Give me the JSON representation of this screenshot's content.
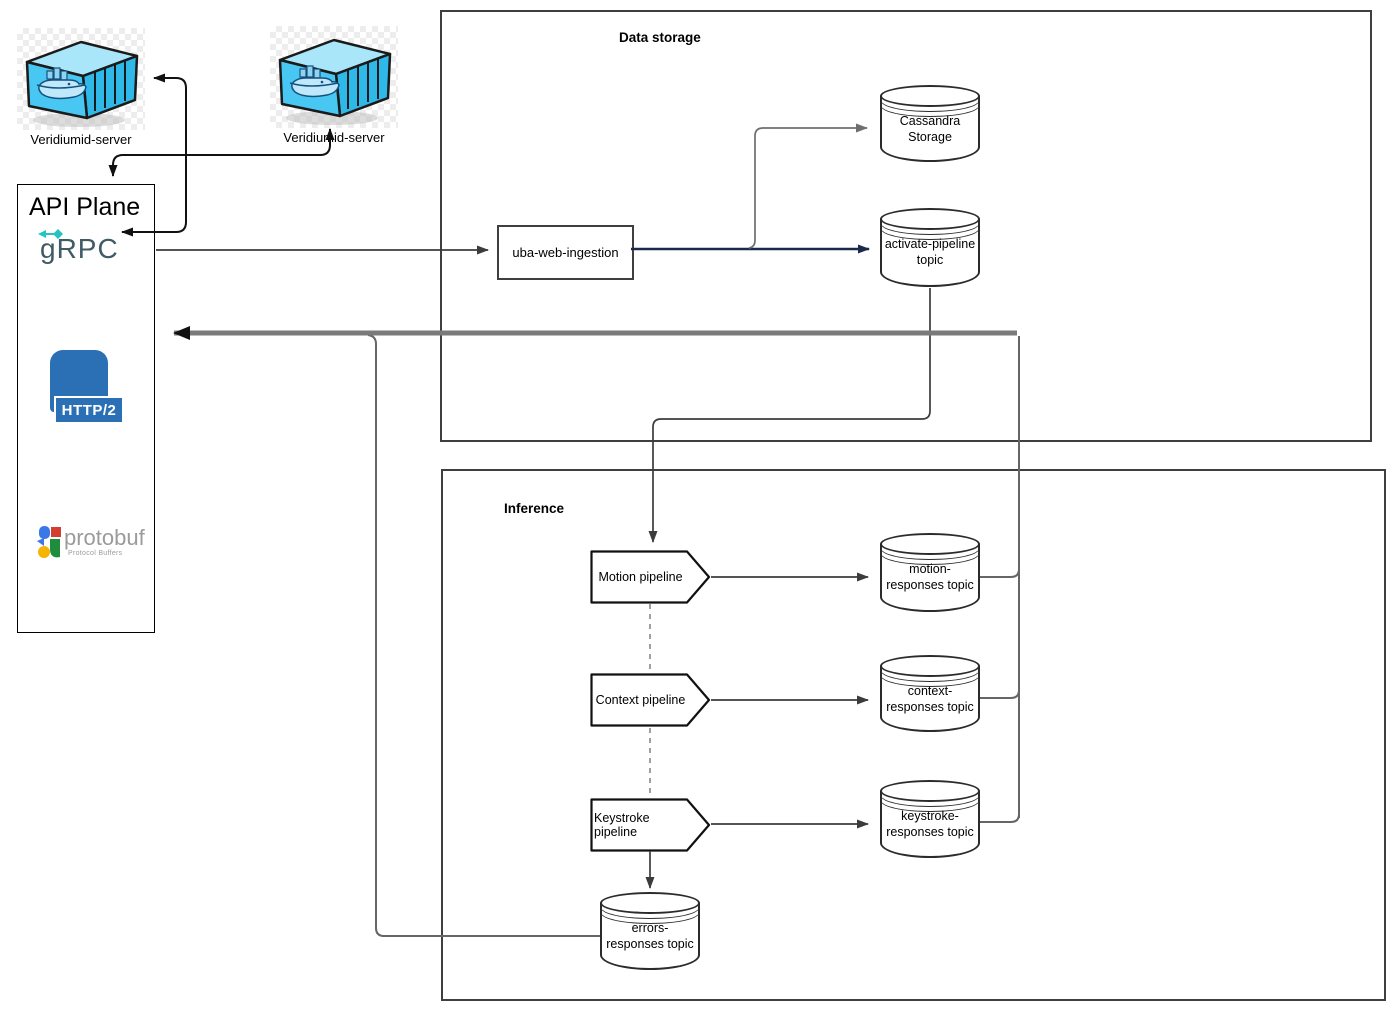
{
  "diagram": {
    "groups": {
      "data_storage": {
        "title": "Data storage"
      },
      "inference": {
        "title": "Inference"
      }
    },
    "servers": [
      {
        "label": "Veridiumid-server"
      },
      {
        "label": "Veridiumid-server"
      }
    ],
    "api_plane": {
      "title": "API Plane",
      "grpc_label": "gRPC",
      "http2_label": "HTTP/2",
      "protobuf_label": "protobuf",
      "protobuf_sublabel": "Protocol Buffers"
    },
    "nodes": {
      "uba": {
        "label": "uba-web-ingestion"
      },
      "cassandra": {
        "label": "Cassandra Storage"
      },
      "activate": {
        "label": "activate-pipeline topic"
      },
      "motion_pipeline": {
        "label": "Motion pipeline"
      },
      "context_pipeline": {
        "label": "Context pipeline"
      },
      "keystroke_pipeline": {
        "label": "Keystroke pipeline"
      },
      "motion_topic": {
        "label": "motion-responses topic"
      },
      "context_topic": {
        "label": "context-responses topic"
      },
      "keystroke_topic": {
        "label": "keystroke-responses topic"
      },
      "errors_topic": {
        "label": "errors-responses topic"
      }
    },
    "edges": [
      {
        "from": "veridiumid-server-2",
        "to": "veridiumid-server-1",
        "style": "solid-black-double-arrow-via-grpc"
      },
      {
        "from": "api-plane",
        "to": "veridiumid-server-2",
        "style": "solid-black-double-arrow"
      },
      {
        "from": "grpc",
        "to": "uba-web-ingestion",
        "style": "solid-dark-arrow"
      },
      {
        "from": "uba-web-ingestion",
        "to": "activate-pipeline topic",
        "style": "solid-navy-arrow"
      },
      {
        "from": "uba-web-ingestion",
        "to": "Cassandra Storage",
        "style": "solid-gray-arrow"
      },
      {
        "from": "activate-pipeline topic",
        "to": "Motion pipeline",
        "style": "solid-dark-arrow"
      },
      {
        "from": "Motion pipeline",
        "to": "motion-responses topic",
        "style": "solid-dark-arrow"
      },
      {
        "from": "Context pipeline",
        "to": "context-responses topic",
        "style": "solid-dark-arrow"
      },
      {
        "from": "Keystroke pipeline",
        "to": "keystroke-responses topic",
        "style": "solid-dark-arrow"
      },
      {
        "from": "Motion pipeline",
        "to": "Context pipeline",
        "style": "dashed-gray"
      },
      {
        "from": "Context pipeline",
        "to": "Keystroke pipeline",
        "style": "dashed-gray"
      },
      {
        "from": "Keystroke pipeline",
        "to": "errors-responses topic",
        "style": "solid-dark-arrow"
      },
      {
        "from": "motion/context/keystroke-responses topics",
        "to": "API Plane",
        "style": "thick-gray-arrow"
      },
      {
        "from": "errors-responses topic",
        "to": "API Plane",
        "style": "gray-merge-into-thick-arrow"
      }
    ],
    "colors": {
      "edge_dark": "#3c3c3c",
      "edge_black": "#111111",
      "edge_navy": "#1b2a4a",
      "edge_gray": "#6e6e6e",
      "thick_arrow_gray": "#7a7a7a",
      "docker_cyan": "#49c7f3",
      "grpc_teal": "#3f5b66",
      "grpc_accent": "#27c3c3",
      "http2_blue": "#2b6fb5",
      "protobuf_gray": "#9b9b9b"
    }
  }
}
